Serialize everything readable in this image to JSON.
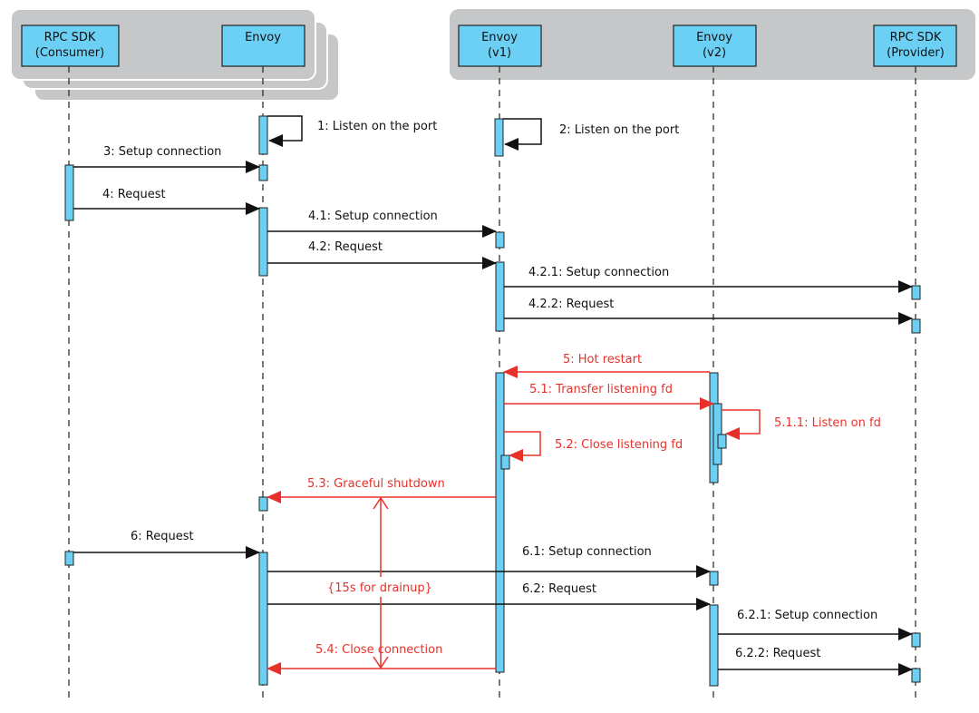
{
  "diagram": {
    "type": "sequence",
    "colors": {
      "participant_fill": "#6cd0f5",
      "group_fill": "#c5c7c8",
      "message": "#111111",
      "highlight": "#e8302a"
    },
    "participants": [
      {
        "id": "consumer",
        "line1": "RPC SDK",
        "line2": "(Consumer)"
      },
      {
        "id": "envoy",
        "line1": "Envoy",
        "line2": ""
      },
      {
        "id": "envoy_v1",
        "line1": "Envoy",
        "line2": "(v1)"
      },
      {
        "id": "envoy_v2",
        "line1": "Envoy",
        "line2": "(v2)"
      },
      {
        "id": "provider",
        "line1": "RPC SDK",
        "line2": "(Provider)"
      }
    ],
    "messages": [
      {
        "label": "1: Listen on the port",
        "from": "envoy",
        "to": "envoy",
        "highlight": false
      },
      {
        "label": "2: Listen on the port",
        "from": "envoy_v1",
        "to": "envoy_v1",
        "highlight": false
      },
      {
        "label": "3: Setup connection",
        "from": "consumer",
        "to": "envoy",
        "highlight": false
      },
      {
        "label": "4: Request",
        "from": "consumer",
        "to": "envoy",
        "highlight": false
      },
      {
        "label": "4.1: Setup connection",
        "from": "envoy",
        "to": "envoy_v1",
        "highlight": false
      },
      {
        "label": "4.2: Request",
        "from": "envoy",
        "to": "envoy_v1",
        "highlight": false
      },
      {
        "label": "4.2.1: Setup connection",
        "from": "envoy_v1",
        "to": "provider",
        "highlight": false
      },
      {
        "label": "4.2.2: Request",
        "from": "envoy_v1",
        "to": "provider",
        "highlight": false
      },
      {
        "label": "5: Hot restart",
        "from": "envoy_v2",
        "to": "envoy_v1",
        "highlight": true
      },
      {
        "label": "5.1: Transfer listening fd",
        "from": "envoy_v1",
        "to": "envoy_v2",
        "highlight": true
      },
      {
        "label": "5.1.1: Listen on fd",
        "from": "envoy_v2",
        "to": "envoy_v2",
        "highlight": true
      },
      {
        "label": "5.2: Close listening fd",
        "from": "envoy_v1",
        "to": "envoy_v1",
        "highlight": true
      },
      {
        "label": "5.3: Graceful shutdown",
        "from": "envoy_v1",
        "to": "envoy",
        "highlight": true
      },
      {
        "label": "6: Request",
        "from": "consumer",
        "to": "envoy",
        "highlight": false
      },
      {
        "label": "6.1: Setup connection",
        "from": "envoy",
        "to": "envoy_v2",
        "highlight": false
      },
      {
        "label": "6.2: Request",
        "from": "envoy",
        "to": "envoy_v2",
        "highlight": false
      },
      {
        "label": "6.2.1: Setup connection",
        "from": "envoy_v2",
        "to": "provider",
        "highlight": false
      },
      {
        "label": "6.2.2: Request",
        "from": "envoy_v2",
        "to": "provider",
        "highlight": false
      },
      {
        "label": "5.4: Close connection",
        "from": "envoy_v1",
        "to": "envoy",
        "highlight": true
      }
    ],
    "duration_constraint": {
      "label": "{15s for drainup}",
      "between": [
        "5.3",
        "5.4"
      ]
    }
  }
}
